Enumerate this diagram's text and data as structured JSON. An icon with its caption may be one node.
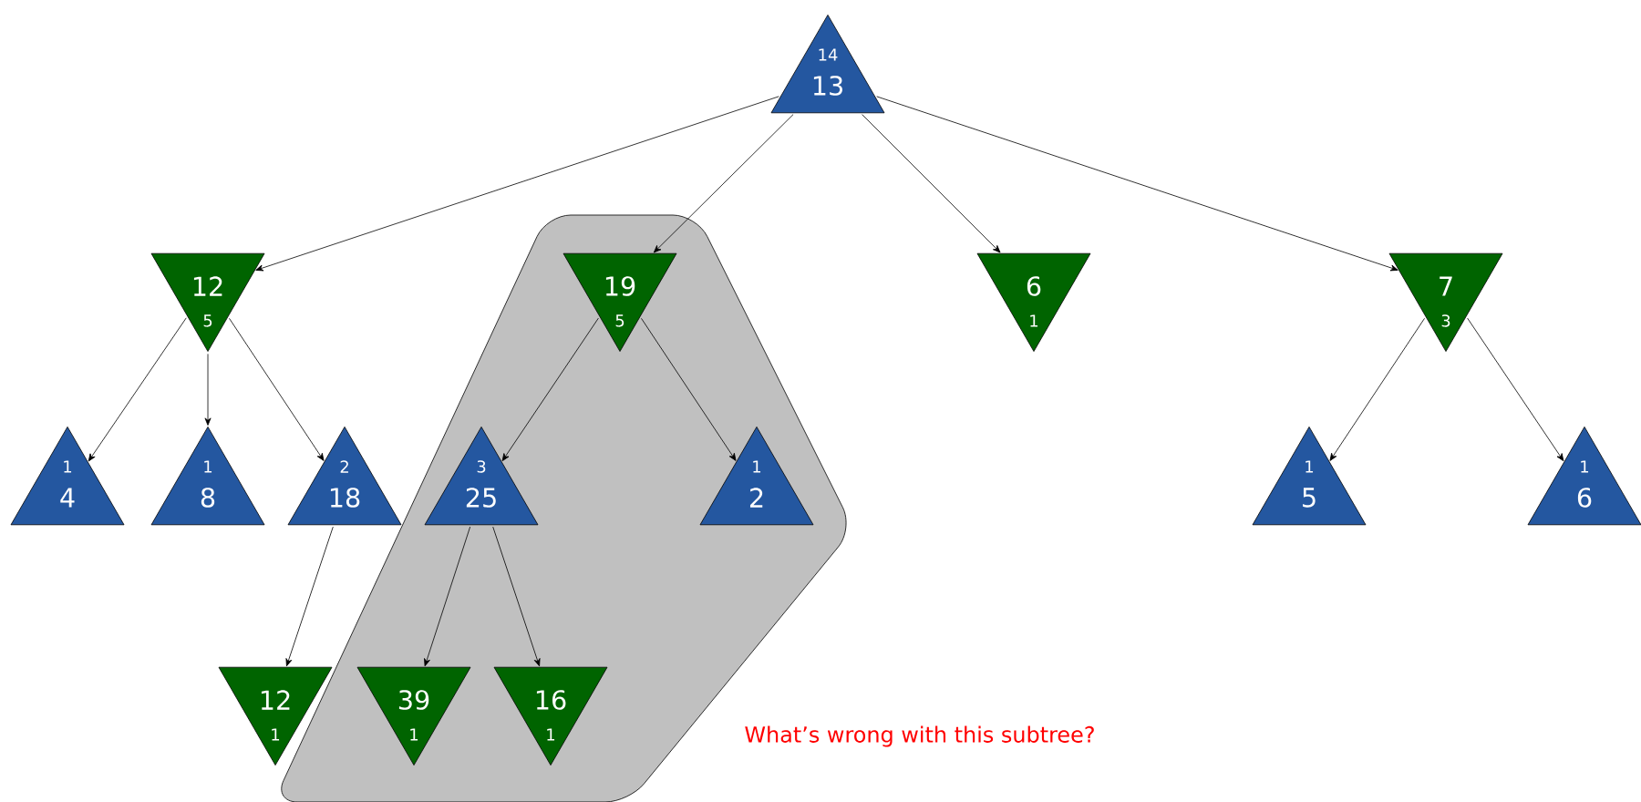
{
  "diagram": {
    "nodes": [
      {
        "text": [
          "14",
          "13"
        ]
      },
      {
        "text": [
          "12",
          "5"
        ]
      },
      {
        "text": [
          "19",
          "5"
        ]
      },
      {
        "text": [
          "6",
          "1"
        ]
      },
      {
        "text": [
          "7",
          "3"
        ]
      },
      {
        "text": [
          "1",
          "4"
        ]
      },
      {
        "text": [
          "1",
          "8"
        ]
      },
      {
        "text": [
          "2",
          "18"
        ]
      },
      {
        "text": [
          "3",
          "25"
        ]
      },
      {
        "text": [
          "1",
          "2"
        ]
      },
      {
        "text": [
          "1",
          "5"
        ]
      },
      {
        "text": [
          "1",
          "6"
        ]
      },
      {
        "text": [
          "12",
          "1"
        ]
      },
      {
        "text": [
          "39",
          "1"
        ]
      },
      {
        "text": [
          "16",
          "1"
        ]
      }
    ],
    "edges": [
      {
        "from": 0,
        "to": 1,
        "arrow": "to"
      },
      {
        "from": 0,
        "to": 2,
        "arrow": "to"
      },
      {
        "from": 0,
        "to": 3,
        "arrow": "to"
      },
      {
        "from": 0,
        "to": 4,
        "arrow": "to"
      },
      {
        "from": 1,
        "to": 5,
        "arrow": "to"
      },
      {
        "from": 1,
        "to": 6,
        "arrow": "to"
      },
      {
        "from": 1,
        "to": 7,
        "arrow": "to"
      },
      {
        "from": 2,
        "to": 8,
        "arrow": "to"
      },
      {
        "from": 2,
        "to": 9,
        "arrow": "to"
      },
      {
        "from": 4,
        "to": 10,
        "arrow": "to"
      },
      {
        "from": 4,
        "to": 11,
        "arrow": "to"
      },
      {
        "from": 7,
        "to": 12,
        "arrow": "to"
      },
      {
        "from": 8,
        "to": 13,
        "arrow": "to"
      },
      {
        "from": 8,
        "to": 14,
        "arrow": "to"
      }
    ],
    "labels": [
      "What’s wrong with this subtree?"
    ]
  }
}
